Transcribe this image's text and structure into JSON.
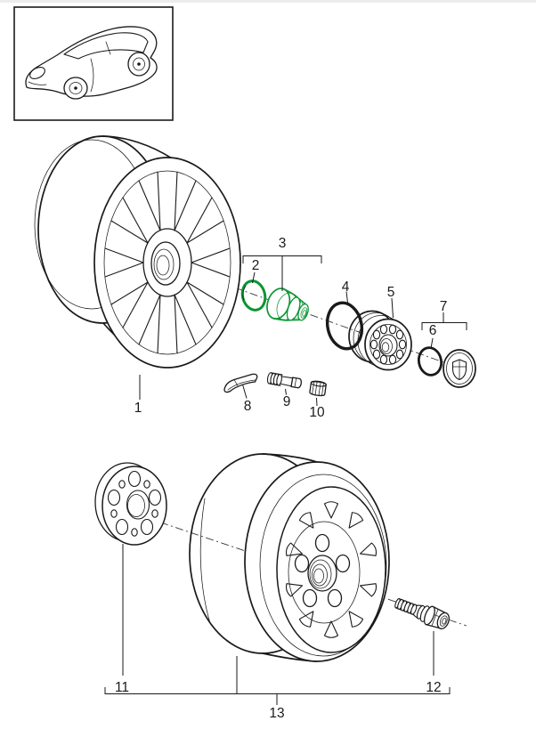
{
  "diagram": {
    "type": "exploded-parts-diagram",
    "callouts": [
      "1",
      "2",
      "3",
      "4",
      "5",
      "6",
      "7",
      "8",
      "9",
      "10",
      "11",
      "12",
      "13"
    ],
    "highlighted_callouts": [
      "2",
      "3"
    ],
    "colors": {
      "background": "#ffffff",
      "line": "#1a1a1a",
      "highlight_green": "#0a9632"
    },
    "figures": {
      "vehicle_thumbnail": "car-line-drawing",
      "part_1": "alloy-wheel",
      "part_2": "o-ring-green",
      "part_3": "centre-lock-wheel-nut-green",
      "part_4": "o-ring-large",
      "part_5": "drive-hub",
      "part_6": "o-ring-small",
      "part_7": "hub-cap-with-crest",
      "part_8": "balance-weight",
      "part_9": "valve",
      "part_10": "valve-cap",
      "part_11": "spacer-disc",
      "part_12": "wheel-bolt",
      "part_13": "spare-wheel-assembly"
    }
  }
}
